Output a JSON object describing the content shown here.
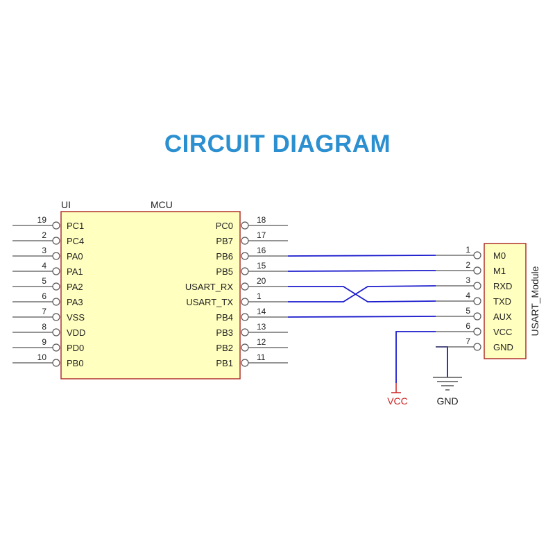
{
  "title": "CIRCUIT DIAGRAM",
  "mcu": {
    "ref": "UI",
    "name": "MCU",
    "left_pins": [
      {
        "num": "19",
        "label": "PC1"
      },
      {
        "num": "2",
        "label": "PC4"
      },
      {
        "num": "3",
        "label": "PA0"
      },
      {
        "num": "4",
        "label": "PA1"
      },
      {
        "num": "5",
        "label": "PA2"
      },
      {
        "num": "6",
        "label": "PA3"
      },
      {
        "num": "7",
        "label": "VSS"
      },
      {
        "num": "8",
        "label": "VDD"
      },
      {
        "num": "9",
        "label": "PD0"
      },
      {
        "num": "10",
        "label": "PB0"
      }
    ],
    "right_pins": [
      {
        "num": "18",
        "label": "PC0"
      },
      {
        "num": "17",
        "label": "PB7"
      },
      {
        "num": "16",
        "label": "PB6"
      },
      {
        "num": "15",
        "label": "PB5"
      },
      {
        "num": "20",
        "label": "USART_RX"
      },
      {
        "num": "1",
        "label": "USART_TX"
      },
      {
        "num": "14",
        "label": "PB4"
      },
      {
        "num": "13",
        "label": "PB3"
      },
      {
        "num": "12",
        "label": "PB2"
      },
      {
        "num": "11",
        "label": "PB1"
      }
    ]
  },
  "module": {
    "name": "USART_Module",
    "pins": [
      {
        "num": "1",
        "label": "M0"
      },
      {
        "num": "2",
        "label": "M1"
      },
      {
        "num": "3",
        "label": "RXD"
      },
      {
        "num": "4",
        "label": "TXD"
      },
      {
        "num": "5",
        "label": "AUX"
      },
      {
        "num": "6",
        "label": "VCC"
      },
      {
        "num": "7",
        "label": "GND"
      }
    ]
  },
  "power": {
    "vcc_label": "VCC",
    "gnd_label": "GND"
  },
  "colors": {
    "title": "#2b8fd0",
    "chip_fill": "#ffffc0",
    "chip_border": "#b0302a",
    "wire": "#1a1acd",
    "vcc": "#cc2222",
    "module_name": "#1a1acd",
    "lead": "#555555"
  }
}
